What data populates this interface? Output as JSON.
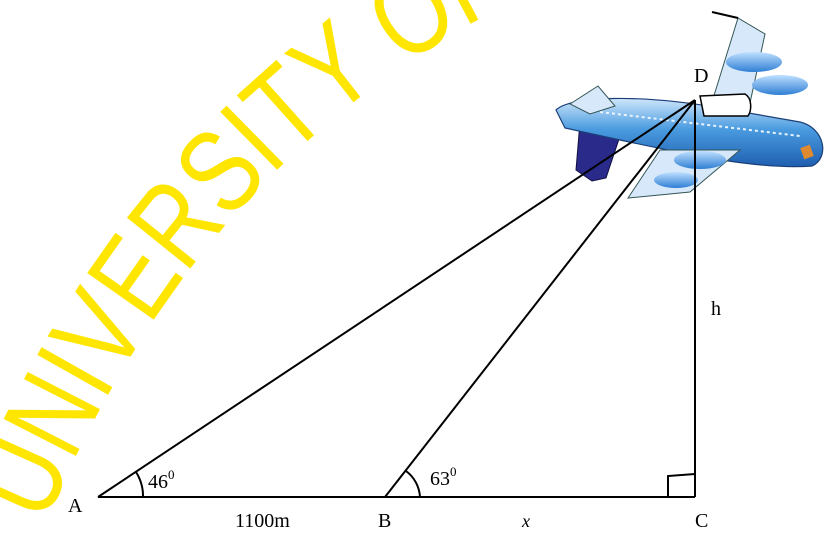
{
  "diagram": {
    "watermark": "UNIVERSITY OF",
    "points": {
      "A": "A",
      "B": "B",
      "C": "C",
      "D": "D"
    },
    "angle_A": {
      "value": "46",
      "degree": "0"
    },
    "angle_B": {
      "value": "63",
      "degree": "0"
    },
    "distance_AB": "1100m",
    "distance_BC": "x",
    "height": "h"
  },
  "colors": {
    "watermark": "#ffe600",
    "plane_body": "#4a9be0",
    "plane_wing": "#d6e8fa",
    "plane_tail_shadow": "#2a2a8a",
    "lines": "#000000"
  }
}
